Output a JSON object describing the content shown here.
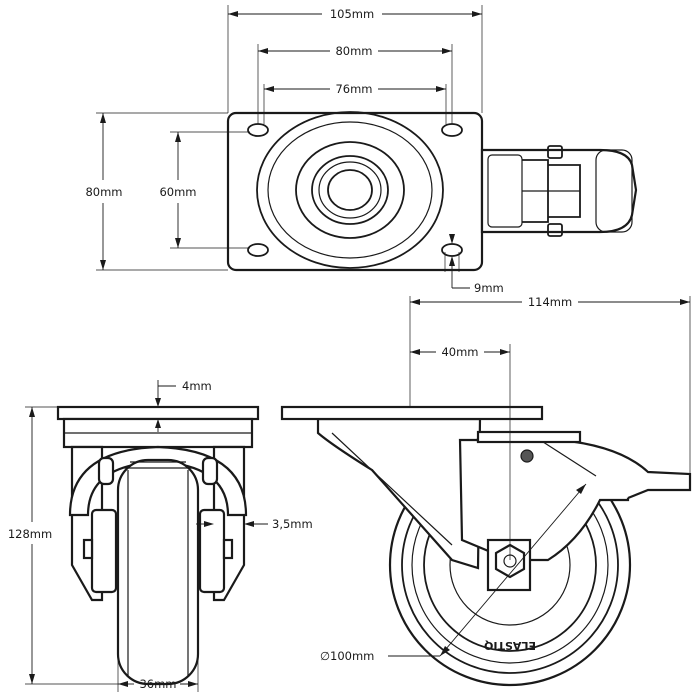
{
  "diagram": {
    "top_view": {
      "plate_width": "105mm",
      "hole_spacing_outer": "80mm",
      "hole_spacing_inner": "76mm",
      "plate_height": "80mm",
      "hole_spacing_vertical": "60mm",
      "hole_slot": "9mm"
    },
    "front_view": {
      "plate_thickness": "4mm",
      "total_height": "128mm",
      "bracket_thickness": "3,5mm",
      "wheel_width": "36mm"
    },
    "side_view": {
      "offset_total": "114mm",
      "swivel_offset": "40mm",
      "wheel_diameter": "∅100mm",
      "brand": "ELASTIQ"
    }
  }
}
